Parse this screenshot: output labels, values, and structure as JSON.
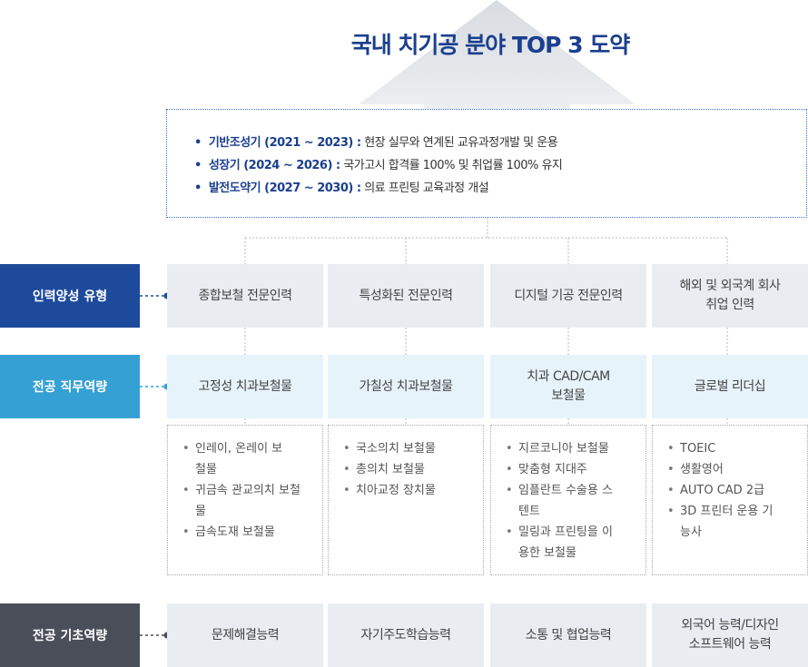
{
  "title": "국내 치기공 분야 TOP 3 도약",
  "phases": [
    {
      "name": "기반조성기 (2021 ~ 2023) :",
      "desc": "현장 실무와 연계된 교유과정개발 및 운용"
    },
    {
      "name": "성장기 (2024 ~ 2026) :",
      "desc": "국가고시 합격률 100% 및 취업률 100% 유지"
    },
    {
      "name": "발전도약기 (2027 ~ 2030) :",
      "desc": "의료 프린팅 교육과정 개설"
    }
  ],
  "row_labels": {
    "talent_type": "인력양성 유형",
    "major_job": "전공 직무역량",
    "major_basic": "전공 기초역량"
  },
  "talent_types": [
    [
      "종합보철 전문인력"
    ],
    [
      "특성화된 전문인력"
    ],
    [
      "디지털 기공 전문인력"
    ],
    [
      "해외 및 외국계 회사",
      "취업 인력"
    ]
  ],
  "job_competencies": [
    [
      "고정성 치과보철물"
    ],
    [
      "가칠성 치과보철물"
    ],
    [
      "치과 CAD/CAM",
      "보철물"
    ],
    [
      "글로벌 리더십"
    ]
  ],
  "details": [
    [
      "인레이, 온레이 보철물",
      "귀금속 관교의치 보철물",
      "금속도재 보철물"
    ],
    [
      "국소의치 보철물",
      "총의치 보철물",
      "치아교정 장치물"
    ],
    [
      "지르코니아 보철물",
      "맞춤형 지대주",
      "임플란트 수술용 스텐트",
      "밀링과 프린팅을 이용한 보철물"
    ],
    [
      "TOEIC",
      "생활영어",
      "AUTO CAD 2급",
      "3D 프린터 운용 기능사"
    ]
  ],
  "basic_competencies": [
    [
      "문제해결능력"
    ],
    [
      "자기주도학습능력"
    ],
    [
      "소통 및 협업능력"
    ],
    [
      "외국어 능력/디자인",
      "소프트웨어 능력"
    ]
  ],
  "colors": {
    "navy": "#1d4a9b",
    "sky": "#35a0d3",
    "charcoal": "#4a4e58",
    "title": "#1b3f8e"
  }
}
